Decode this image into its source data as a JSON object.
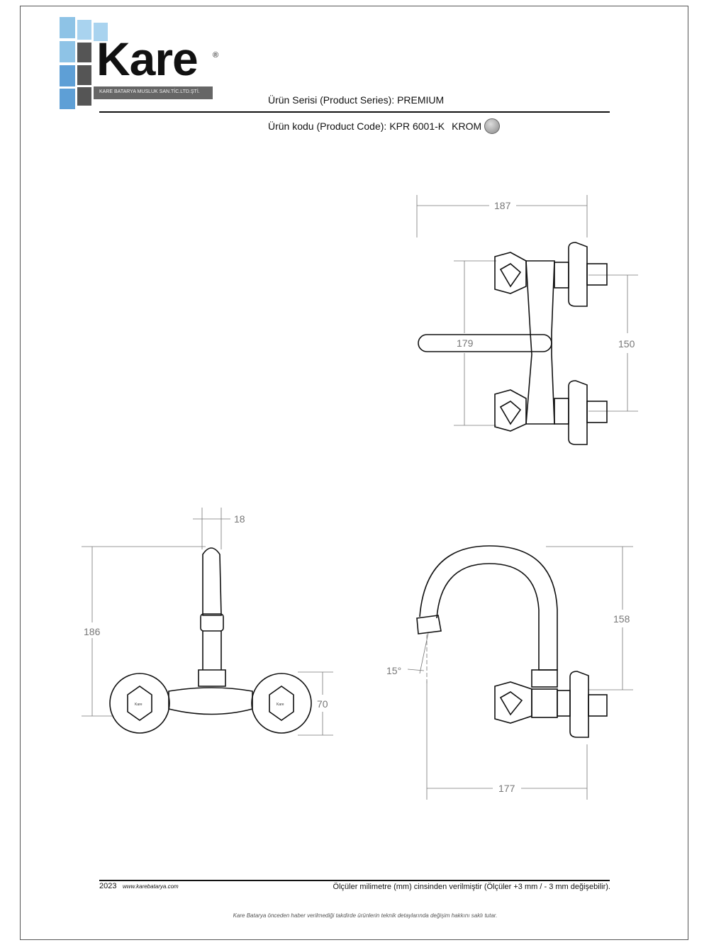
{
  "logo": {
    "brand": "Kare",
    "registered": "®",
    "company": "KARE BATARYA MUSLUK SAN.TİC.LTD.ŞTİ."
  },
  "header": {
    "series_label": "Ürün Serisi (Product Series):",
    "series_value": "PREMIUM",
    "code_label": "Ürün kodu (Product Code):",
    "code_value": "KPR 6001-K",
    "finish": "KROM",
    "finish_color": "#a8a8a8"
  },
  "dimensions": {
    "top_width": "187",
    "top_spout": "179",
    "top_centers": "150",
    "front_width": "18",
    "front_height": "186",
    "front_body": "70",
    "side_height": "158",
    "side_reach": "177",
    "side_angle": "15°"
  },
  "footer": {
    "year": "2023",
    "website": "www.karebatarya.com",
    "note": "Ölçüler milimetre (mm) cinsinden verilmiştir (Ölçüler  +3 mm / - 3 mm değişebilir).",
    "disclaimer": "Kare Batarya önceden haber verilmediği takdirde ürünlerin teknik detaylarında değişim hakkını saklı tutar."
  }
}
